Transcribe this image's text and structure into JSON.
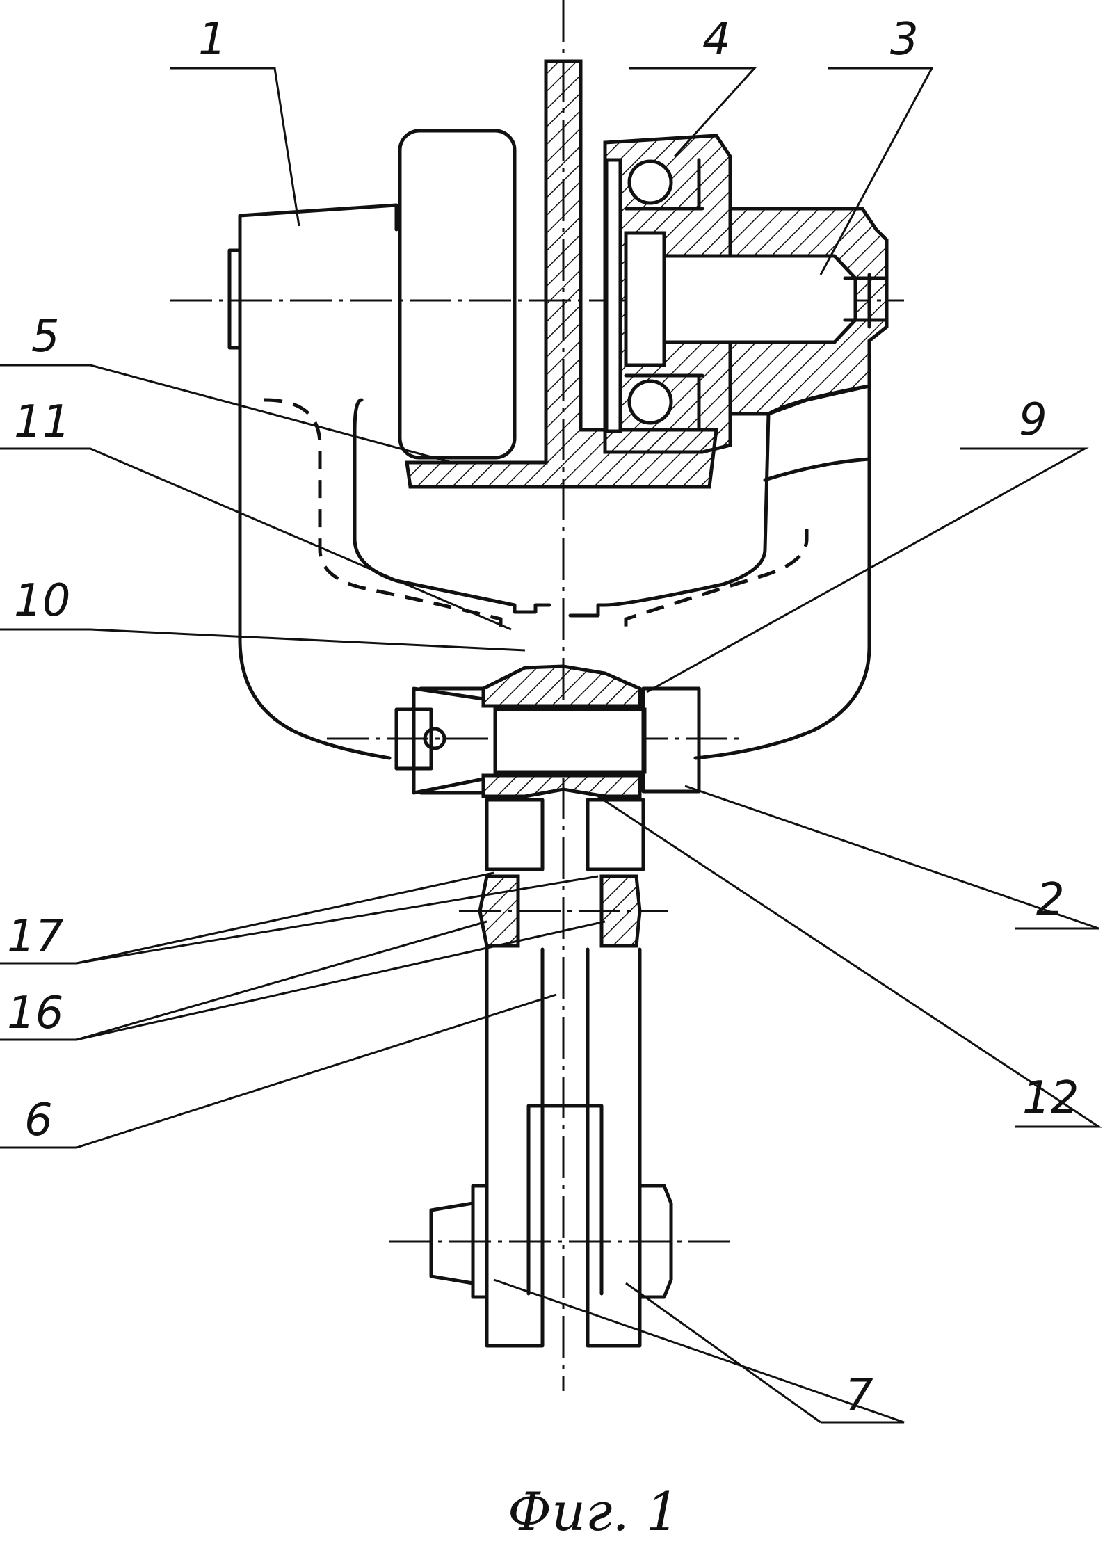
{
  "labels": {
    "l1": "1",
    "l2": "2",
    "l3": "3",
    "l4": "4",
    "l5": "5",
    "l6": "6",
    "l7": "7",
    "l9": "9",
    "l10": "10",
    "l11": "11",
    "l12": "12",
    "l16": "16",
    "l17": "17"
  },
  "caption": "Фиг. 1"
}
